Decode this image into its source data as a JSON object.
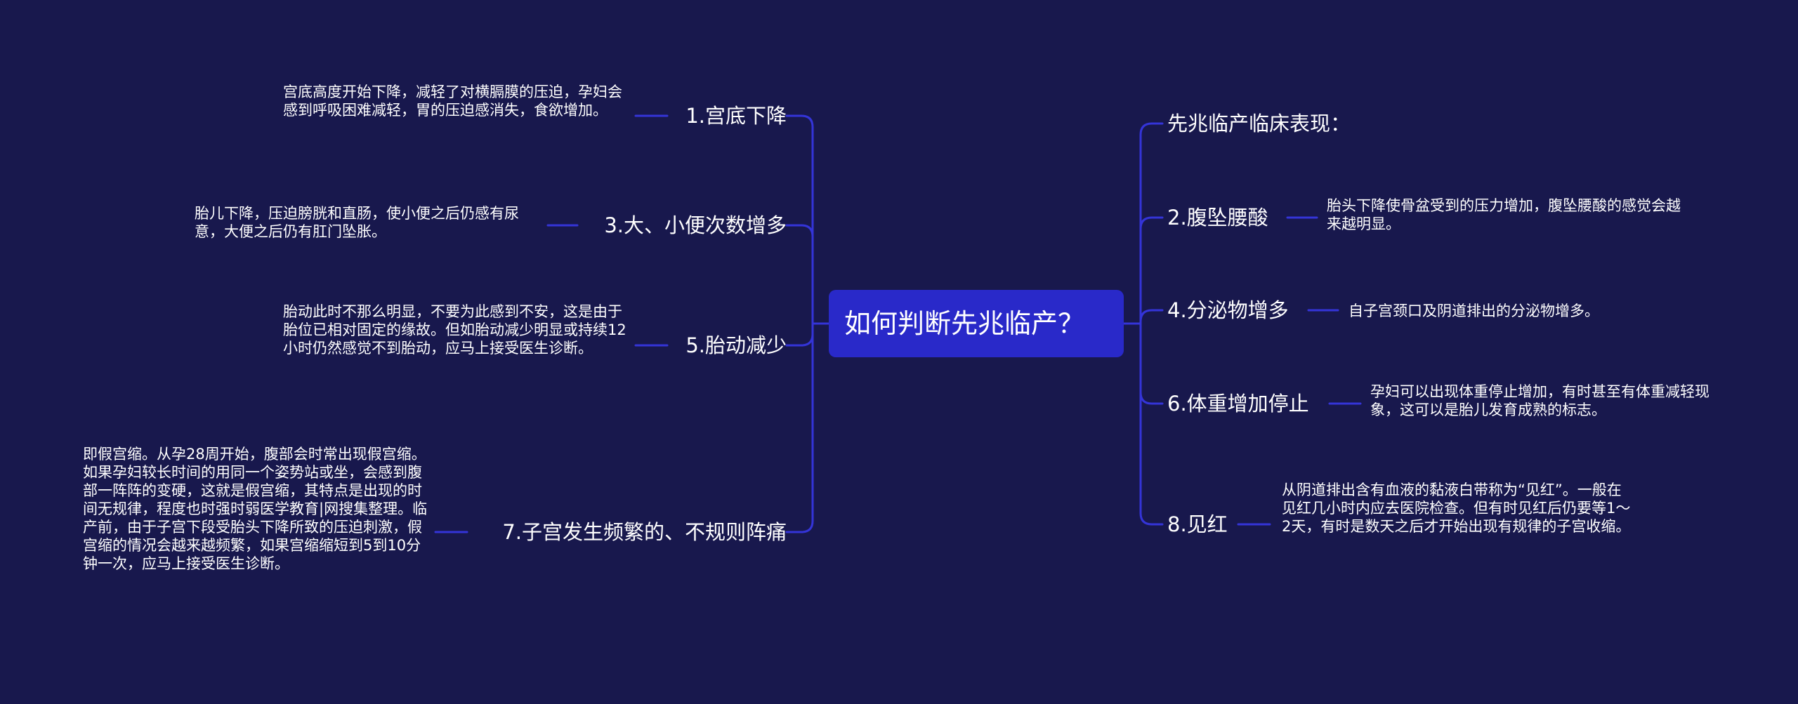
{
  "root": {
    "title": "如何判断先兆临产？"
  },
  "colors": {
    "background": "#18184d",
    "root": "#2929c9",
    "line": "#3434d8",
    "text": "#ffffff"
  },
  "branches": [
    {
      "label": "1.宫底下降",
      "detail": "宫底高度开始下降，减轻了对横膈膜的压迫，孕妇会感到呼吸困难减轻，胃的压迫感消失，食欲增加。"
    },
    {
      "label": "3.大、小便次数增多",
      "detail": "胎儿下降，压迫膀胱和直肠，使小便之后仍感有尿意，大便之后仍有肛门坠胀。"
    },
    {
      "label": "5.胎动减少",
      "detail": "胎动此时不那么明显，不要为此感到不安，这是由于胎位已相对固定的缘故。但如胎动减少明显或持续12小时仍然感觉不到胎动，应马上接受医生诊断。"
    },
    {
      "label": "7.子宫发生频繁的、不规则阵痛",
      "detail": "即假宫缩。从孕28周开始，腹部会时常出现假宫缩。如果孕妇较长时间的用同一个姿势站或坐，会感到腹部一阵阵的变硬，这就是假宫缩，其特点是出现的时间无规律，程度也时强时弱医学教育|网搜集整理。临产前，由于子宫下段受胎头下降所致的压迫刺激，假宫缩的情况会越来越频繁，如果宫缩缩短到5到10分钟一次，应马上接受医生诊断。"
    },
    {
      "label": "先兆临产临床表现：",
      "detail": ""
    },
    {
      "label": "2.腹坠腰酸",
      "detail": "胎头下降使骨盆受到的压力增加，腹坠腰酸的感觉会越来越明显。"
    },
    {
      "label": "4.分泌物增多",
      "detail": "自子宫颈口及阴道排出的分泌物增多。"
    },
    {
      "label": "6.体重增加停止",
      "detail": "孕妇可以出现体重停止增加，有时甚至有体重减轻现象，这可以是胎儿发育成熟的标志。"
    },
    {
      "label": "8.见红",
      "detail": "从阴道排出含有血液的黏液白带称为“见红”。一般在见红几小时内应去医院检查。但有时见红后仍要等1～2天，有时是数天之后才开始出现有规律的子宫收缩。"
    }
  ]
}
